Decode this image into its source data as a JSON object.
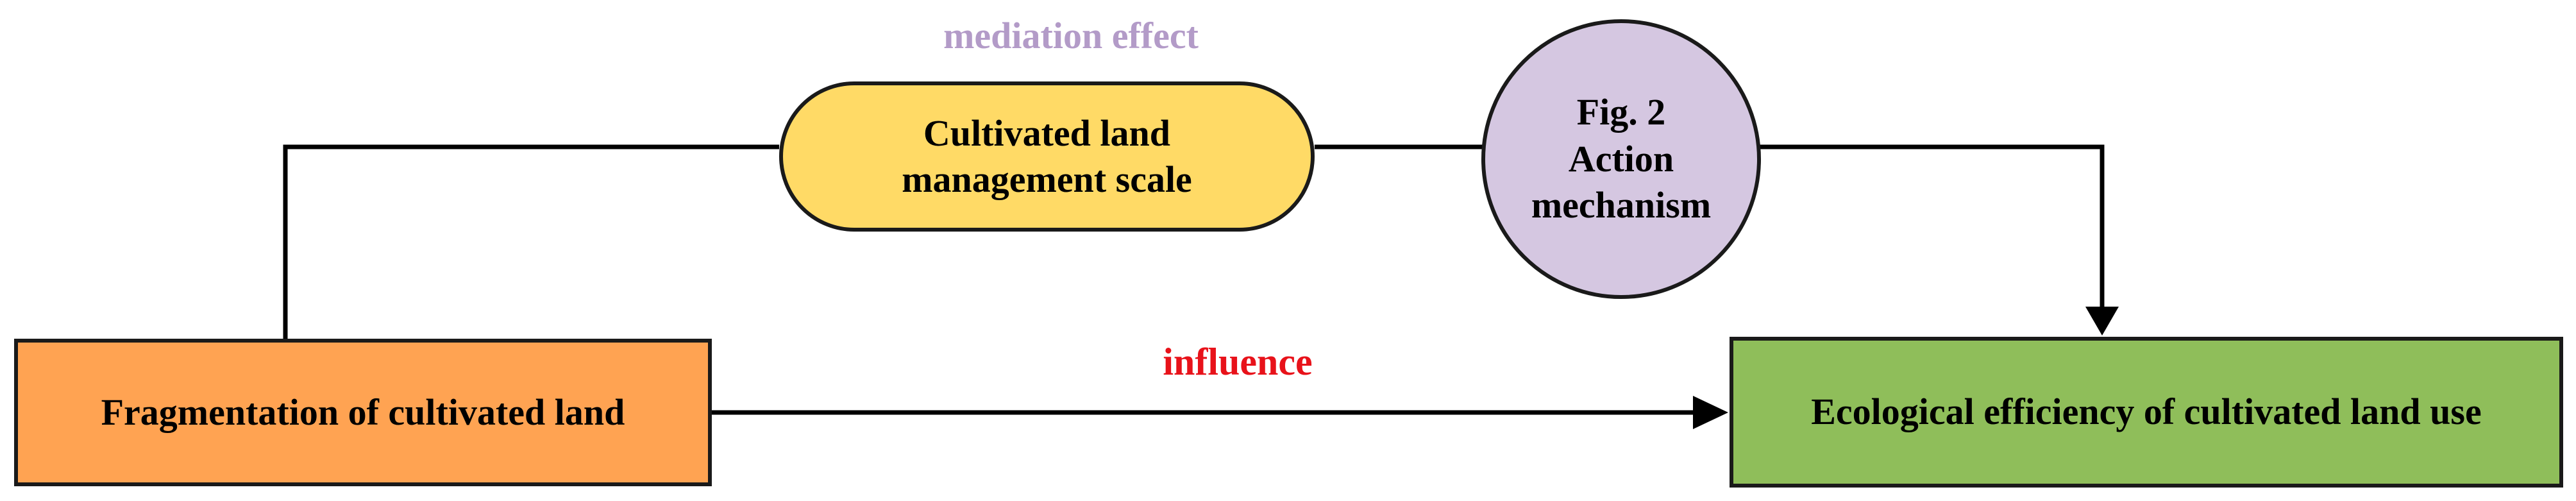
{
  "diagram": {
    "mediation_label": "mediation effect",
    "influence_label": "influence",
    "nodes": {
      "source": "Fragmentation of cultivated land",
      "mediator": "Cultivated land management scale",
      "caption": "Fig. 2 Action mechanism",
      "target": "Ecological efficiency of cultivated land use"
    }
  },
  "colors": {
    "source_fill": "#FFA352",
    "mediator_fill": "#FFDA66",
    "caption_fill": "#D5C7E1",
    "target_fill": "#8FBE5A",
    "mediation_text": "#B39BC8",
    "influence_text": "#E8121A",
    "line": "#000000"
  }
}
